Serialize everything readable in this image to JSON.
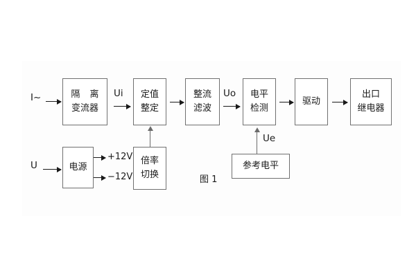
{
  "figure": {
    "caption": "图 1"
  },
  "inputs": {
    "current": "I~",
    "voltage": "U"
  },
  "signals": {
    "ui": "Ui",
    "uo": "Uo",
    "ue": "Ue"
  },
  "power_rails": {
    "positive": "+12V",
    "negative": "−12V"
  },
  "blocks": {
    "isolation_transformer": {
      "line1": "隔 离",
      "line2": "变流器"
    },
    "setting_value": {
      "line1": "定值",
      "line2": "整定"
    },
    "rectify_filter": {
      "line1": "整流",
      "line2": "滤波"
    },
    "level_detect": {
      "line1": "电平",
      "line2": "检测"
    },
    "drive": {
      "line1": "驱动"
    },
    "output_relay": {
      "line1": "出口",
      "line2": "继电器"
    },
    "power_supply": {
      "line1": "电源"
    },
    "ratio_switch": {
      "line1": "倍率",
      "line2": "切换"
    },
    "reference_level": {
      "line1": "参考电平"
    }
  },
  "colors": {
    "box_border": "#707070",
    "line": "#1a1a1a",
    "text": "#1a1a1a",
    "background": "#ffffff"
  }
}
